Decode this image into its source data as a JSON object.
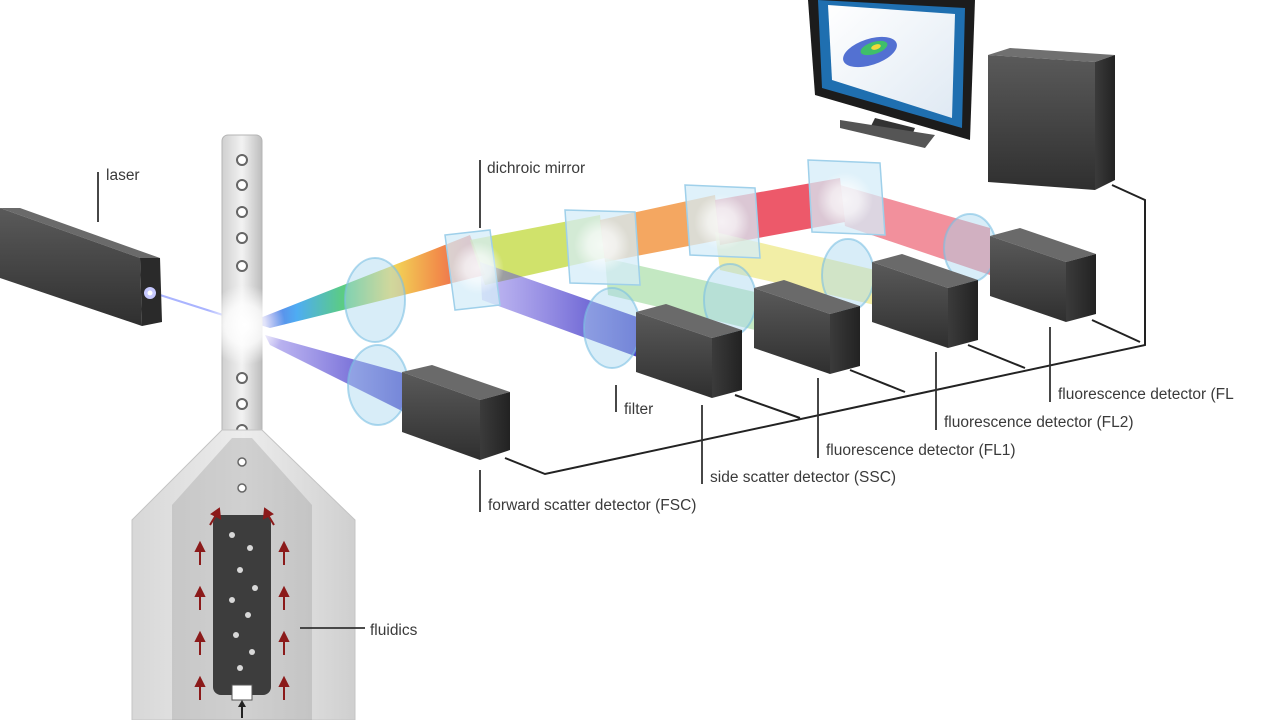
{
  "labels": {
    "laser": "laser",
    "dichroic_mirror": "dichroic mirror",
    "filter": "filter",
    "fsc": "forward scatter detector (FSC)",
    "ssc": "side scatter detector (SSC)",
    "fl1": "fluorescence detector (FL1)",
    "fl2": "fluorescence detector (FL2)",
    "fl3": "fluorescence detector (FL",
    "fluidics": "fluidics"
  },
  "colors": {
    "detector": "#4a4a4a",
    "beam_blue": "#5a4fd0",
    "beam_red": "#e8354a",
    "lens": "#a9d8ef",
    "arrow": "#8b1a1a",
    "screen": "#1f6fb0"
  }
}
